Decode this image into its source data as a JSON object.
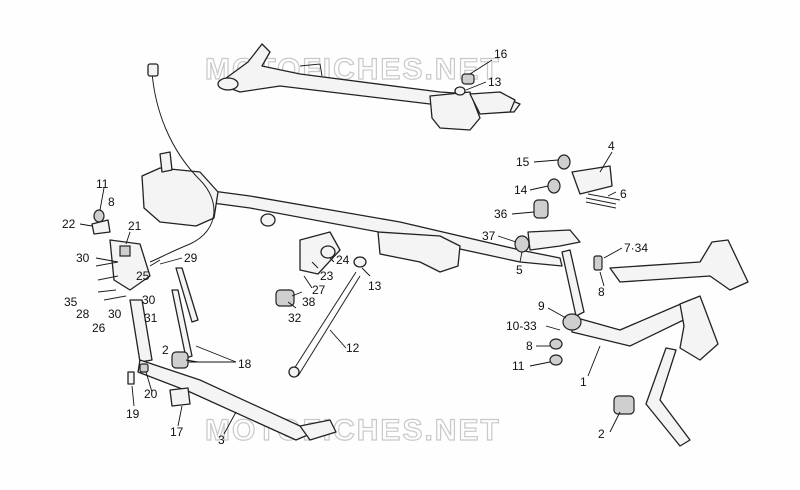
{
  "watermarks": [
    "MOTOFICHES.NET",
    "MOTOFICHES.NET"
  ],
  "callouts": [
    {
      "id": "16",
      "label": "16"
    },
    {
      "id": "13a",
      "label": "13"
    },
    {
      "id": "4",
      "label": "4"
    },
    {
      "id": "15",
      "label": "15"
    },
    {
      "id": "14",
      "label": "14"
    },
    {
      "id": "6",
      "label": "6"
    },
    {
      "id": "36",
      "label": "36"
    },
    {
      "id": "37",
      "label": "37"
    },
    {
      "id": "5",
      "label": "5"
    },
    {
      "id": "7-34",
      "label": "7·34"
    },
    {
      "id": "8a",
      "label": "8"
    },
    {
      "id": "9",
      "label": "9"
    },
    {
      "id": "10-33",
      "label": "10-33"
    },
    {
      "id": "8b",
      "label": "8"
    },
    {
      "id": "11a",
      "label": "11"
    },
    {
      "id": "1",
      "label": "1"
    },
    {
      "id": "2a",
      "label": "2"
    },
    {
      "id": "11b",
      "label": "11"
    },
    {
      "id": "8c",
      "label": "8"
    },
    {
      "id": "22",
      "label": "22"
    },
    {
      "id": "21",
      "label": "21"
    },
    {
      "id": "30a",
      "label": "30"
    },
    {
      "id": "25",
      "label": "25"
    },
    {
      "id": "29",
      "label": "29"
    },
    {
      "id": "24",
      "label": "24"
    },
    {
      "id": "23",
      "label": "23"
    },
    {
      "id": "13b",
      "label": "13"
    },
    {
      "id": "27",
      "label": "27"
    },
    {
      "id": "38",
      "label": "38"
    },
    {
      "id": "32",
      "label": "32"
    },
    {
      "id": "35",
      "label": "35"
    },
    {
      "id": "28",
      "label": "28"
    },
    {
      "id": "26",
      "label": "26"
    },
    {
      "id": "30b",
      "label": "30"
    },
    {
      "id": "30c",
      "label": "30"
    },
    {
      "id": "31",
      "label": "31"
    },
    {
      "id": "12",
      "label": "12"
    },
    {
      "id": "2b",
      "label": "2"
    },
    {
      "id": "18",
      "label": "18"
    },
    {
      "id": "19",
      "label": "19"
    },
    {
      "id": "20",
      "label": "20"
    },
    {
      "id": "17",
      "label": "17"
    },
    {
      "id": "3",
      "label": "3"
    }
  ]
}
